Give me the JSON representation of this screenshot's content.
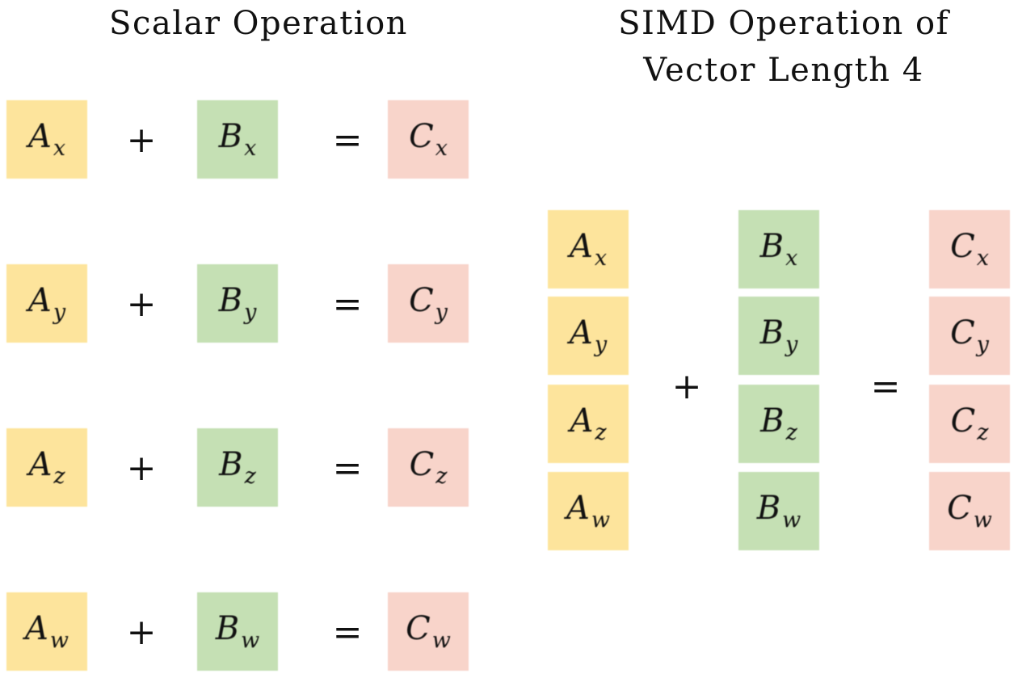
{
  "titles": {
    "scalar": "Scalar Operation",
    "simd_line1": "SIMD Operation of",
    "simd_line2": "Vector Length 4"
  },
  "colors": {
    "a_fill": "#fde49c",
    "b_fill": "#c5e0b4",
    "c_fill": "#f8d4ca"
  },
  "operators": {
    "plus": "+",
    "equals": "="
  },
  "scalar_rows": [
    {
      "a": "A",
      "b": "B",
      "c": "C",
      "sub": "x"
    },
    {
      "a": "A",
      "b": "B",
      "c": "C",
      "sub": "y"
    },
    {
      "a": "A",
      "b": "B",
      "c": "C",
      "sub": "z"
    },
    {
      "a": "A",
      "b": "B",
      "c": "C",
      "sub": "w"
    }
  ],
  "simd": {
    "a": [
      {
        "main": "A",
        "sub": "x"
      },
      {
        "main": "A",
        "sub": "y"
      },
      {
        "main": "A",
        "sub": "z"
      },
      {
        "main": "A",
        "sub": "w"
      }
    ],
    "b": [
      {
        "main": "B",
        "sub": "x"
      },
      {
        "main": "B",
        "sub": "y"
      },
      {
        "main": "B",
        "sub": "z"
      },
      {
        "main": "B",
        "sub": "w"
      }
    ],
    "c": [
      {
        "main": "C",
        "sub": "x"
      },
      {
        "main": "C",
        "sub": "y"
      },
      {
        "main": "C",
        "sub": "z"
      },
      {
        "main": "C",
        "sub": "w"
      }
    ]
  }
}
